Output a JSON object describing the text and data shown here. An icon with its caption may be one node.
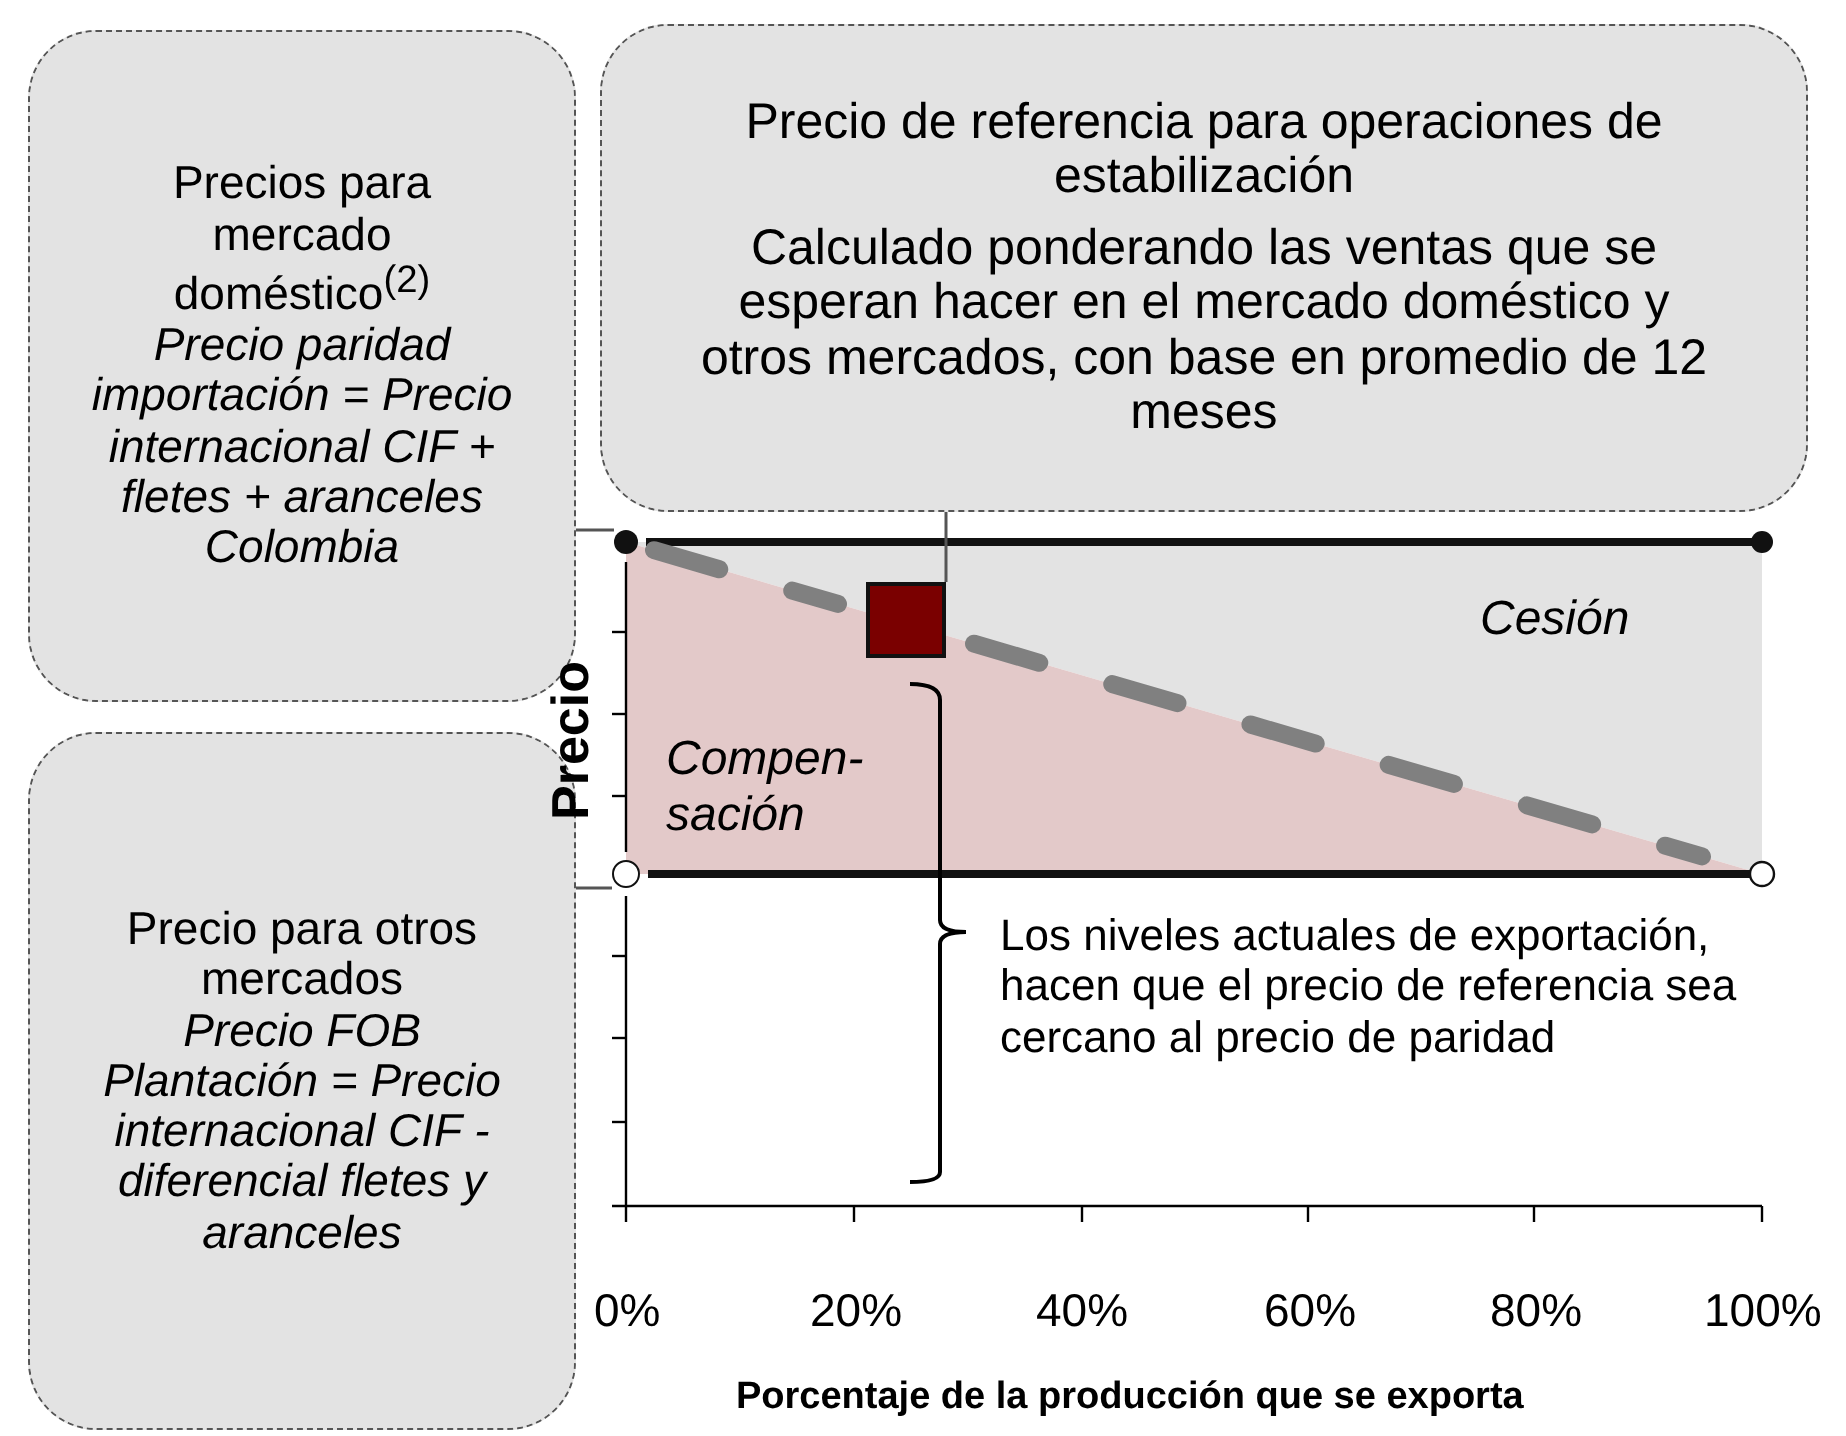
{
  "diagram": {
    "nodes": [
      {
        "text": [
          "Precios para mercado doméstico$^{(2)}$",
          "Precio paridad importación = Precio internacional CIF + fletes + aranceles Colombia"
        ]
      },
      {
        "text": [
          "Precio para otros mercados",
          "Precio FOB Plantación = Precio internacional CIF - diferencial fletes y aranceles"
        ]
      },
      {
        "text": [
          "Precio de referencia para operaciones de estabilización",
          "Calculado ponderando las ventas que se esperan hacer en el mercado doméstico y otros mercados, con base en promedio de 12 meses"
        ]
      },
      {
        "text": [],
        "shape": "circle"
      },
      {
        "text": [],
        "shape": "circle"
      },
      {
        "text": [],
        "shape": "box"
      }
    ],
    "edges": [
      {
        "from": 0,
        "to": 3,
        "arrow": "none"
      },
      {
        "from": 1,
        "to": 4,
        "arrow": "none"
      },
      {
        "from": 2,
        "to": 5,
        "arrow": "none"
      }
    ],
    "labels": [
      "Cesión",
      "Precio",
      "Compen- sación",
      "Los niveles actuales de exportación, hacen que el precio de referencia sea cercano al precio de paridad",
      "0%",
      "20%",
      "40%",
      "60%",
      "80%",
      "100%",
      "Porcentaje de la producción que se exporta"
    ]
  }
}
